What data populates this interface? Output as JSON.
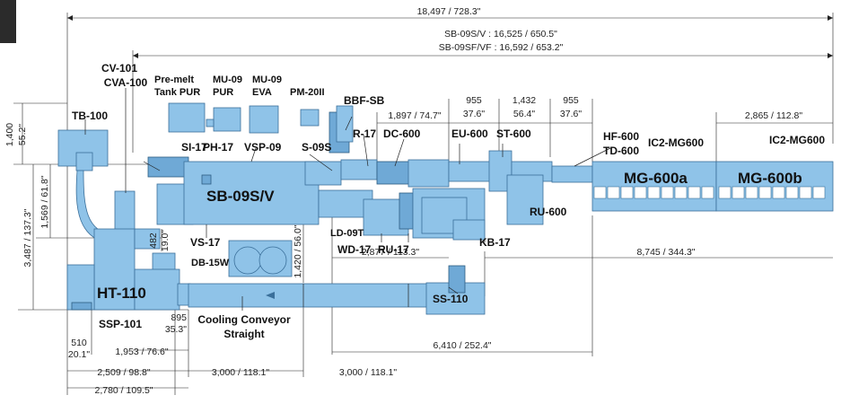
{
  "colors": {
    "machine": "#8fc3e8",
    "machine_dark": "#6fa9d6",
    "outline": "#3a6f9a",
    "text": "#111111",
    "tab": "#2b2b2b"
  },
  "dimensions": {
    "overall": "18,497 / 728.3\"",
    "sb09sv": "SB-09S/V : 16,525 / 650.5\"",
    "sb09sfvf": "SB-09SF/VF : 16,592 / 653.2\"",
    "d955a": "955",
    "d376a": "37.6\"",
    "d1432": "1,432",
    "d564": "56.4\"",
    "d955b": "955",
    "d376b": "37.6\"",
    "d1897": "1,897 / 74.7\"",
    "d2865": "2,865 / 112.8\"",
    "d1400": "1,400",
    "d552": "55.2\"",
    "d1569": "1,569 / 61.8\"",
    "d3487": "3,487 / 137.3\"",
    "d482": "482",
    "d190": "19.0\"",
    "d1420": "1,420 / 56.0\"",
    "d2877": "2,877 / 113.3\"",
    "d8745": "8,745 / 344.3\"",
    "d895": "895",
    "d353": "35.3\"",
    "d510": "510",
    "d201": "20.1\"",
    "d1953": "1,953 / 76.6\"",
    "d6410": "6,410 / 252.4\"",
    "d2509": "2,509 / 98.8\"",
    "d3000a": "3,000 / 118.1\"",
    "d3000b": "3,000 / 118.1\"",
    "d2780": "2,780 / 109.5\""
  },
  "labels": {
    "cv101": "CV-101",
    "cva100": "CVA-100",
    "premelt1": "Pre-melt",
    "premelt2": "Tank PUR",
    "mu09a": "MU-09",
    "mu09a2": "PUR",
    "mu09b": "MU-09",
    "mu09b2": "EVA",
    "pm20": "PM-20II",
    "bbf": "BBF-SB",
    "tb100": "TB-100",
    "r17": "R-17",
    "dc600": "DC-600",
    "eu600": "EU-600",
    "st600": "ST-600",
    "hf600": "HF-600",
    "td600": "TD-600",
    "ic2a": "IC2-MG600",
    "ic2b": "IC2-MG600",
    "si17": "SI-17",
    "ph17": "PH-17",
    "vsp09": "VSP-09",
    "s09s": "S-09S",
    "sb09sv": "SB-09S/V",
    "mg600a": "MG-600a",
    "mg600b": "MG-600b",
    "ru600": "RU-600",
    "vs17": "VS-17",
    "db15w": "DB-15W",
    "ld09t": "LD-09T",
    "wd17": "WD-17",
    "ru17": "RU-17",
    "kb17": "KB-17",
    "ht110": "HT-110",
    "ssp101": "SSP-101",
    "cool1": "Cooling Conveyor",
    "cool2": "Straight",
    "ss110": "SS-110"
  }
}
